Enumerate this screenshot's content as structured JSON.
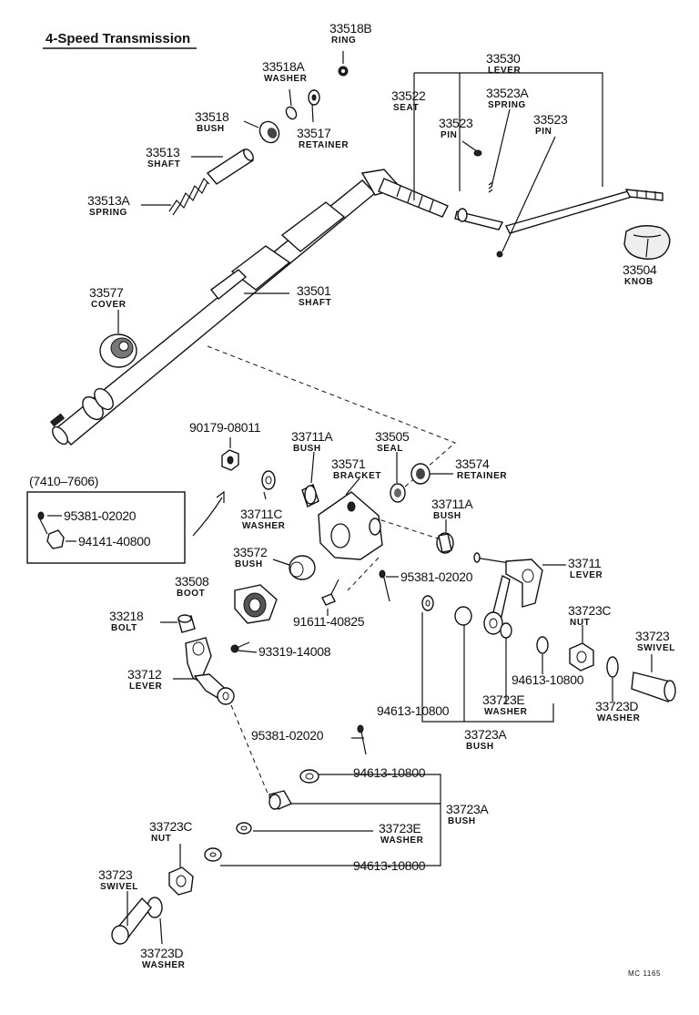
{
  "title": "4-Speed Transmission",
  "inset_period": "(7410–7606)",
  "inset_parts": [
    "95381-02020",
    "94141-40800"
  ],
  "watermark": "MC 1165",
  "callouts": [
    {
      "id": "c1",
      "number": "33518B",
      "name": "RING"
    },
    {
      "id": "c2",
      "number": "33518A",
      "name": "WASHER"
    },
    {
      "id": "c3",
      "number": "33518",
      "name": "BUSH"
    },
    {
      "id": "c4",
      "number": "33517",
      "name": "RETAINER"
    },
    {
      "id": "c5",
      "number": "33513",
      "name": "SHAFT"
    },
    {
      "id": "c6",
      "number": "33513A",
      "name": "SPRING"
    },
    {
      "id": "c7",
      "number": "33530",
      "name": "LEVER"
    },
    {
      "id": "c8",
      "number": "33522",
      "name": "SEAT"
    },
    {
      "id": "c9",
      "number": "33523A",
      "name": "SPRING"
    },
    {
      "id": "c10",
      "number": "33523",
      "name": "PIN"
    },
    {
      "id": "c11",
      "number": "33523",
      "name": "PIN"
    },
    {
      "id": "c12",
      "number": "33504",
      "name": "KNOB"
    },
    {
      "id": "c13",
      "number": "33577",
      "name": "COVER"
    },
    {
      "id": "c14",
      "number": "33501",
      "name": "SHAFT"
    },
    {
      "id": "c15",
      "number": "90179-08011",
      "name": ""
    },
    {
      "id": "c16",
      "number": "33711A",
      "name": "BUSH"
    },
    {
      "id": "c17",
      "number": "33505",
      "name": "SEAL"
    },
    {
      "id": "c18",
      "number": "33571",
      "name": "BRACKET"
    },
    {
      "id": "c19",
      "number": "33574",
      "name": "RETAINER"
    },
    {
      "id": "c20",
      "number": "33711C",
      "name": "WASHER"
    },
    {
      "id": "c21",
      "number": "33711A",
      "name": "BUSH"
    },
    {
      "id": "c22",
      "number": "33572",
      "name": "BUSH"
    },
    {
      "id": "c23",
      "number": "33711",
      "name": "LEVER"
    },
    {
      "id": "c24",
      "number": "33508",
      "name": "BOOT"
    },
    {
      "id": "c25",
      "number": "95381-02020",
      "name": ""
    },
    {
      "id": "c26",
      "number": "91611-40825",
      "name": ""
    },
    {
      "id": "c27",
      "number": "33723C",
      "name": "NUT"
    },
    {
      "id": "c28",
      "number": "33218",
      "name": "BOLT"
    },
    {
      "id": "c29",
      "number": "93319-14008",
      "name": ""
    },
    {
      "id": "c30",
      "number": "33723",
      "name": "SWIVEL"
    },
    {
      "id": "c31",
      "number": "33712",
      "name": "LEVER"
    },
    {
      "id": "c32",
      "number": "94613-10800",
      "name": ""
    },
    {
      "id": "c33",
      "number": "33723E",
      "name": "WASHER"
    },
    {
      "id": "c34",
      "number": "94613-10800",
      "name": ""
    },
    {
      "id": "c35",
      "number": "33723D",
      "name": "WASHER"
    },
    {
      "id": "c36",
      "number": "33723A",
      "name": "BUSH"
    },
    {
      "id": "c37",
      "number": "95381-02020",
      "name": ""
    },
    {
      "id": "c38",
      "number": "94613-10800",
      "name": ""
    },
    {
      "id": "c39",
      "number": "33723A",
      "name": "BUSH"
    },
    {
      "id": "c40",
      "number": "33723C",
      "name": "NUT"
    },
    {
      "id": "c41",
      "number": "33723E",
      "name": "WASHER"
    },
    {
      "id": "c42",
      "number": "94613-10800",
      "name": ""
    },
    {
      "id": "c43",
      "number": "33723",
      "name": "SWIVEL"
    },
    {
      "id": "c44",
      "number": "33723D",
      "name": "WASHER"
    }
  ]
}
